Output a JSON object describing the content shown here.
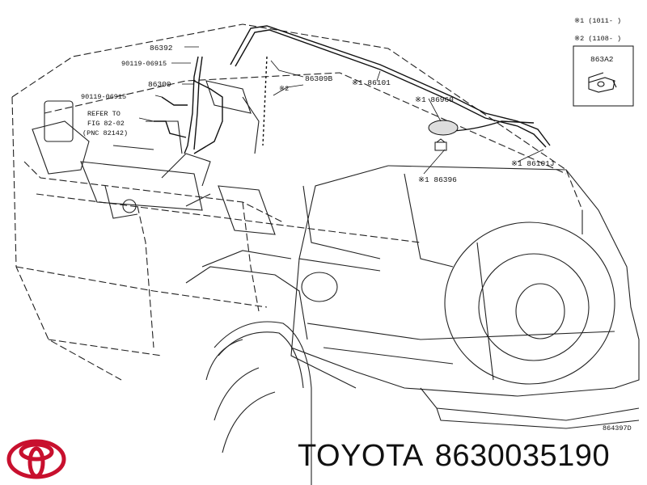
{
  "footnotes": {
    "note1": "※1 (1011-      )",
    "note2": "※2 (1108-      )"
  },
  "inset_part": "863A2",
  "parts": {
    "p86392": "86392",
    "p90119a": "90119-06915",
    "p86300": "86300",
    "p90119b": "90119-06915",
    "p86309B": "86309B",
    "star2": "※2",
    "p86101": "※1 86101",
    "p86960": "※1 86960",
    "p86396": "※1 86396",
    "p86101J": "※1 86101J"
  },
  "refer": {
    "line1": "REFER TO",
    "line2": "FIG 82-02",
    "line3": "(PNC 82142)"
  },
  "diagram_code": "864397D",
  "brand": {
    "name": "TOYOTA",
    "part_number": "8630035190",
    "logo_color": "#c8102e"
  }
}
